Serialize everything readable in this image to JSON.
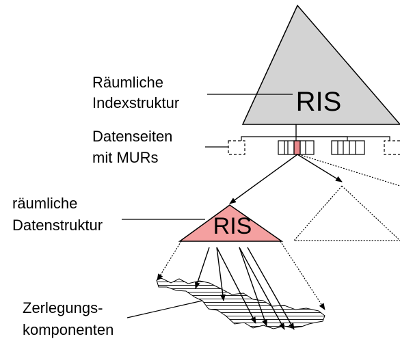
{
  "labels": {
    "spatial_index_l1": "Räumliche",
    "spatial_index_l2": "Indexstruktur",
    "data_pages_l1": "Datenseiten",
    "data_pages_l2": "mit MURs",
    "spatial_ds_l1": "räumliche",
    "spatial_ds_l2": "Datenstruktur",
    "decomp_l1": "Zerlegungs-",
    "decomp_l2": "komponenten"
  },
  "top_triangle": {
    "text": "RIS",
    "fill": "#d3d3d3"
  },
  "sub_triangle": {
    "text": "RIS",
    "fill": "#f4a0a0"
  },
  "highlight_cell_color": "#e8878a",
  "stroke_color": "#000000"
}
